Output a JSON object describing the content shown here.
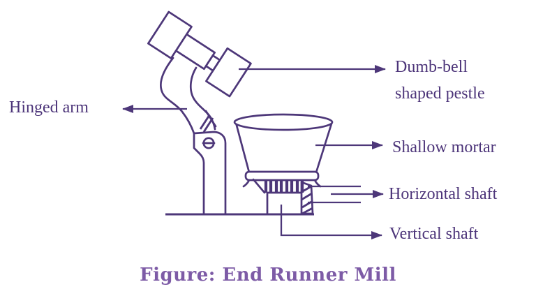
{
  "figure": {
    "caption": "Figure: End Runner Mill",
    "labels": {
      "hinged_arm": "Hinged arm",
      "dumb_bell_pestle": "Dumb-bell shaped pestle",
      "shallow_mortar": "Shallow mortar",
      "horizontal_shaft": "Horizontal shaft",
      "vertical_shaft": "Vertical shaft"
    },
    "colors": {
      "line": "#4d3779",
      "label_text": "#4c3479",
      "caption": "#7d5ba6",
      "background": "#ffffff"
    }
  }
}
